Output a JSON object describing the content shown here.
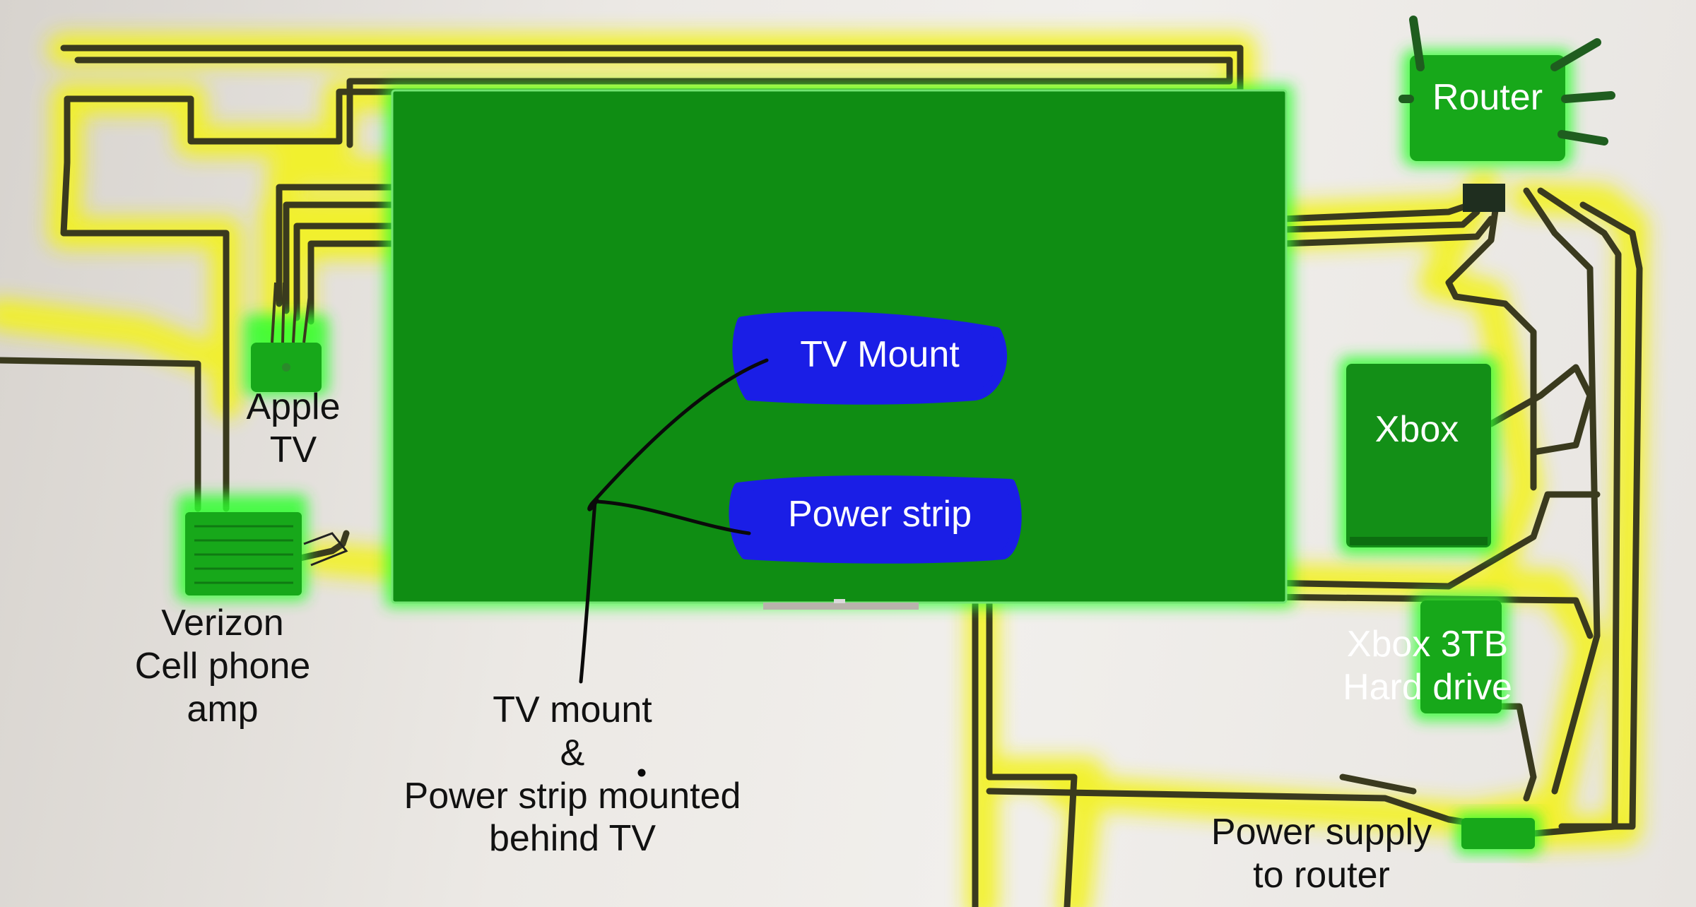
{
  "colors": {
    "wall": "#ebe8e4",
    "cable_highlight": "#f3f21c",
    "cable": "#3a3a1e",
    "device_green": "#17a81a",
    "device_glow": "#2dff2d",
    "tv_green": "#0e8c12",
    "callout_blue": "#1a1ee6",
    "pen_line": "#0a0a0a"
  },
  "devices": {
    "router": {
      "label": "Router",
      "icon": "router-icon"
    },
    "apple_tv": {
      "label_line1": "Apple",
      "label_line2": "TV",
      "icon": "set-top-box-icon"
    },
    "verizon_amp": {
      "label_line1": "Verizon",
      "label_line2": "Cell phone",
      "label_line3": "amp",
      "icon": "signal-amplifier-icon"
    },
    "tv": {
      "icon": "television-icon"
    },
    "xbox": {
      "label": "Xbox",
      "icon": "game-console-icon"
    },
    "xbox_drive": {
      "label_line1": "Xbox 3TB",
      "label_line2": "Hard drive",
      "icon": "hard-drive-icon"
    },
    "power_supply": {
      "label_line1": "Power supply",
      "label_line2": "to router",
      "icon": "power-adapter-icon"
    }
  },
  "callouts": {
    "tv_mount": "TV Mount",
    "power_strip": "Power strip"
  },
  "note": {
    "line1": "TV mount",
    "line2": "&",
    "line3": "Power strip mounted",
    "line4": "behind TV"
  }
}
